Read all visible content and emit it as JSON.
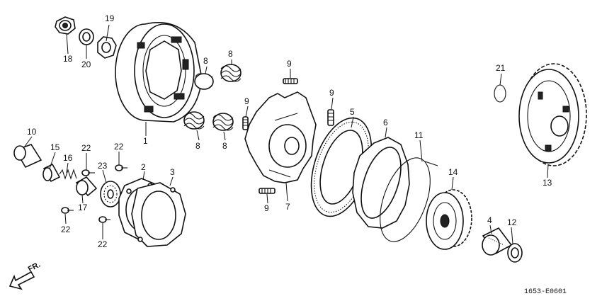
{
  "diagram": {
    "code": "1653-E0601",
    "direction_label": "FR.",
    "labels": [
      {
        "id": "l1",
        "text": "1"
      },
      {
        "id": "l2",
        "text": "2"
      },
      {
        "id": "l3",
        "text": "3"
      },
      {
        "id": "l4",
        "text": "4"
      },
      {
        "id": "l5",
        "text": "5"
      },
      {
        "id": "l6",
        "text": "6"
      },
      {
        "id": "l7",
        "text": "7"
      },
      {
        "id": "l8a",
        "text": "8"
      },
      {
        "id": "l8b",
        "text": "8"
      },
      {
        "id": "l8c",
        "text": "8"
      },
      {
        "id": "l8d",
        "text": "8"
      },
      {
        "id": "l9a",
        "text": "9"
      },
      {
        "id": "l9b",
        "text": "9"
      },
      {
        "id": "l9c",
        "text": "9"
      },
      {
        "id": "l9d",
        "text": "9"
      },
      {
        "id": "l10",
        "text": "10"
      },
      {
        "id": "l11",
        "text": "11"
      },
      {
        "id": "l12",
        "text": "12"
      },
      {
        "id": "l13",
        "text": "13"
      },
      {
        "id": "l14",
        "text": "14"
      },
      {
        "id": "l15",
        "text": "15"
      },
      {
        "id": "l16",
        "text": "16"
      },
      {
        "id": "l17",
        "text": "17"
      },
      {
        "id": "l18",
        "text": "18"
      },
      {
        "id": "l19",
        "text": "19"
      },
      {
        "id": "l20",
        "text": "20"
      },
      {
        "id": "l21",
        "text": "21"
      },
      {
        "id": "l22a",
        "text": "22"
      },
      {
        "id": "l22b",
        "text": "22"
      },
      {
        "id": "l22c",
        "text": "22"
      },
      {
        "id": "l22d",
        "text": "22"
      },
      {
        "id": "l23",
        "text": "23"
      }
    ]
  }
}
